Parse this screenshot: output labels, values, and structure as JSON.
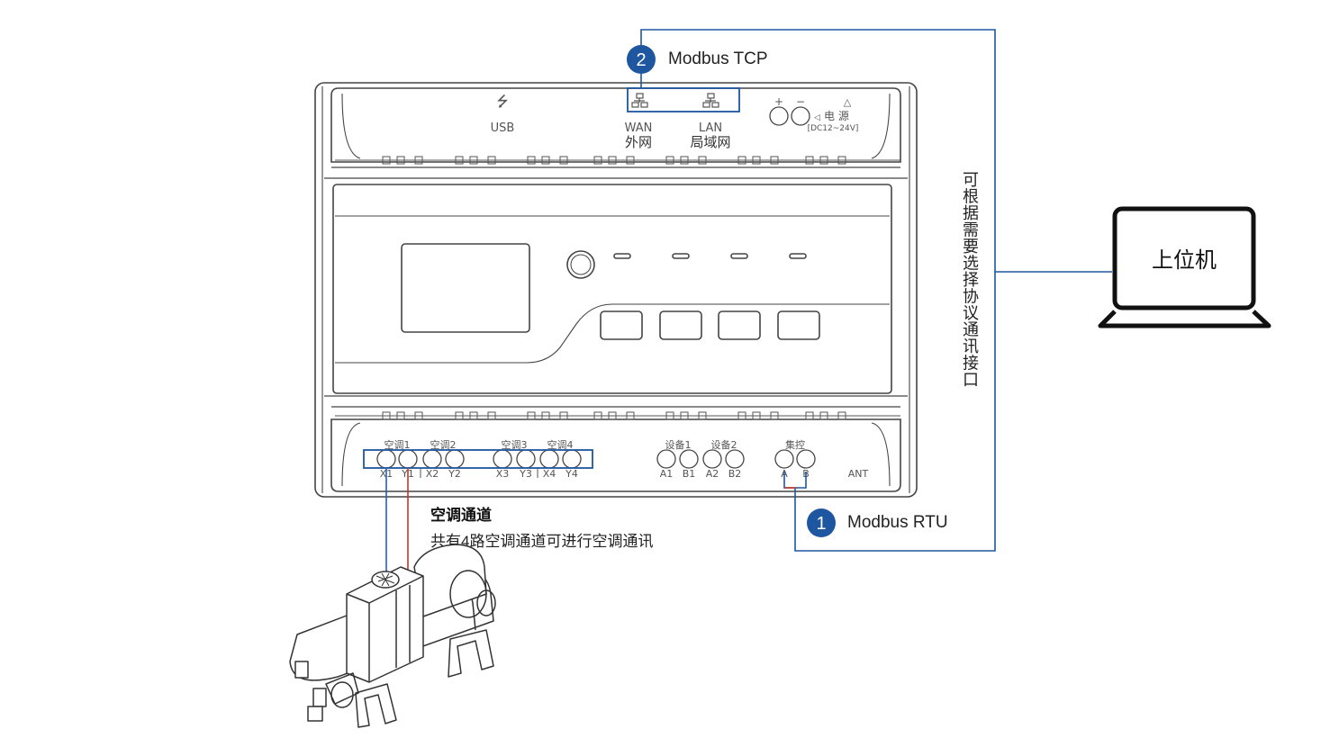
{
  "protocols": {
    "tcp": {
      "number": "2",
      "label": "Modbus TCP"
    },
    "rtu": {
      "number": "1",
      "label": "Modbus RTU"
    }
  },
  "device_top": {
    "usb": "USB",
    "wan": "WAN",
    "wan_cn": "外网",
    "lan": "LAN",
    "lan_cn": "局域网",
    "plus": "+",
    "minus": "−",
    "triangle": "△",
    "power": "电 源",
    "power_spec": "[DC12~24V]"
  },
  "device_bottom": {
    "groups": [
      "空调1",
      "空调2",
      "空调3",
      "空调4",
      "设备1",
      "设备2",
      "集控"
    ],
    "terminals": [
      "X1",
      "Y1",
      "X2",
      "Y2",
      "X3",
      "Y3",
      "X4",
      "Y4",
      "A1",
      "B1",
      "A2",
      "B2",
      "A",
      "B"
    ],
    "antenna": "ANT"
  },
  "ac_channel": {
    "title": "空调通道",
    "description": "共有4路空调通道可进行空调通讯"
  },
  "interface_note": "可根据需要选择协议通讯接口",
  "host": {
    "label": "上位机"
  },
  "colors": {
    "accent": "#1e56a0",
    "wire_blue": "#2a5db0",
    "wire_red": "#c0392b",
    "outline": "#444444"
  }
}
